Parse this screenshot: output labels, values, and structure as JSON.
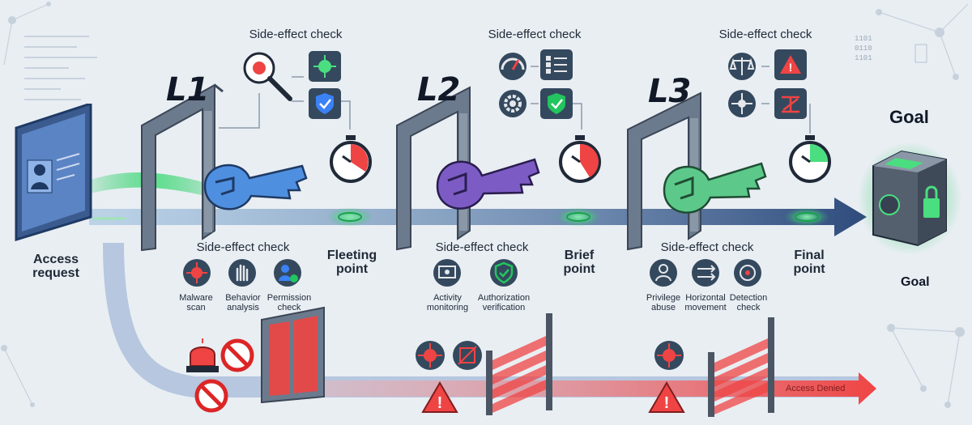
{
  "colors": {
    "bg": "#e9eef3",
    "accent_green": "#22c55e",
    "danger_red": "#ef4444",
    "arrow_blue": "#334e7d",
    "key_blue": "#3b82f6",
    "gate_gray": "#64748b"
  },
  "levels": [
    {
      "name": "L1",
      "check_title": "Side-effect check",
      "checks": [
        "Malware scan",
        "Behavior analysis",
        "Permission check"
      ],
      "check_icons": [
        "virus-icon",
        "hand-icon",
        "user-check-icon"
      ],
      "top_icons": [
        "magnifier-virus-icon",
        "virus-icon",
        "shield-check-icon"
      ],
      "point": "Fleeting point"
    },
    {
      "name": "L2",
      "check_title": "Side-effect check",
      "checks": [
        "Activity monitoring",
        "Authorization verification"
      ],
      "check_icons": [
        "monitor-activity-icon",
        "shield-check-icon"
      ],
      "top_icons": [
        "gauge-icon",
        "checklist-icon",
        "gear-icon",
        "shield-check-icon"
      ],
      "point": "Brief point"
    },
    {
      "name": "L3",
      "check_title": "Side-effect check",
      "checks": [
        "Privilege abuse",
        "Horizontal movement",
        "Detection check"
      ],
      "check_icons": [
        "user-icon",
        "arrows-icon",
        "radar-icon"
      ],
      "top_icons": [
        "scales-icon",
        "warning-icon",
        "compass-icon",
        "network-icon"
      ],
      "point": "Final point"
    }
  ],
  "access_request": "Access request",
  "goal_top": "Goal",
  "goal_bottom": "Goal",
  "access_denied": "Access Denied",
  "code_snippet": "1101\n0110\n1101"
}
